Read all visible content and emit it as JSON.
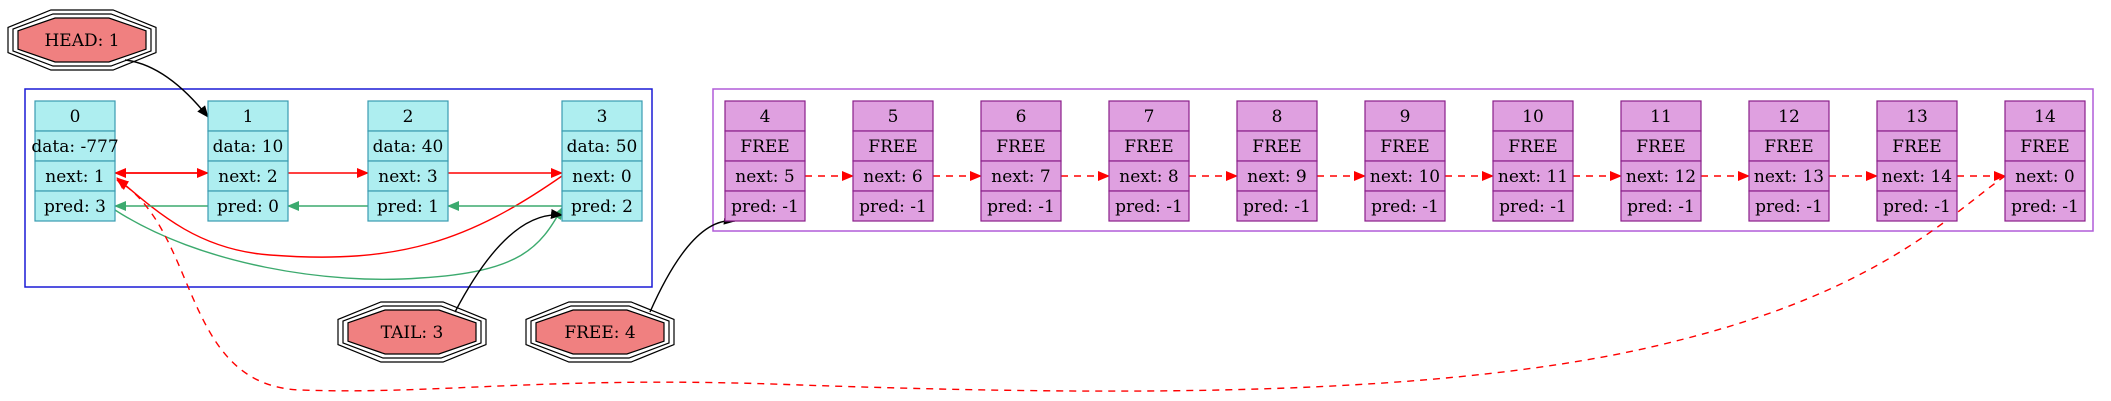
{
  "colors": {
    "used_node_fill": "#aeeef0",
    "used_node_stroke": "#3a9bb0",
    "free_node_fill": "#dfa0e0",
    "free_node_stroke": "#8a1e8a",
    "marker_fill": "#f08080",
    "used_cluster_stroke": "#1a1ad6",
    "free_cluster_stroke": "#b05cd8",
    "next_edge": "#ff0000",
    "pred_edge": "#3caa6e",
    "pointer_edge": "#000000"
  },
  "markers": [
    {
      "id": "head",
      "label": "HEAD: 1",
      "target": 1
    },
    {
      "id": "tail",
      "label": "TAIL: 3",
      "target": 3
    },
    {
      "id": "free",
      "label": "FREE: 4",
      "target": 4
    }
  ],
  "used_nodes": [
    {
      "index": "0",
      "data": "data: -777",
      "next": "next: 1",
      "pred": "pred: 3"
    },
    {
      "index": "1",
      "data": "data: 10",
      "next": "next: 2",
      "pred": "pred: 0"
    },
    {
      "index": "2",
      "data": "data: 40",
      "next": "next: 3",
      "pred": "pred: 1"
    },
    {
      "index": "3",
      "data": "data: 50",
      "next": "next: 0",
      "pred": "pred: 2"
    }
  ],
  "free_nodes": [
    {
      "index": "4",
      "data": "FREE",
      "next": "next: 5",
      "pred": "pred: -1"
    },
    {
      "index": "5",
      "data": "FREE",
      "next": "next: 6",
      "pred": "pred: -1"
    },
    {
      "index": "6",
      "data": "FREE",
      "next": "next: 7",
      "pred": "pred: -1"
    },
    {
      "index": "7",
      "data": "FREE",
      "next": "next: 8",
      "pred": "pred: -1"
    },
    {
      "index": "8",
      "data": "FREE",
      "next": "next: 9",
      "pred": "pred: -1"
    },
    {
      "index": "9",
      "data": "FREE",
      "next": "next: 10",
      "pred": "pred: -1"
    },
    {
      "index": "10",
      "data": "FREE",
      "next": "next: 11",
      "pred": "pred: -1"
    },
    {
      "index": "11",
      "data": "FREE",
      "next": "next: 12",
      "pred": "pred: -1"
    },
    {
      "index": "12",
      "data": "FREE",
      "next": "next: 13",
      "pred": "pred: -1"
    },
    {
      "index": "13",
      "data": "FREE",
      "next": "next: 14",
      "pred": "pred: -1"
    },
    {
      "index": "14",
      "data": "FREE",
      "next": "next: 0",
      "pred": "pred: -1"
    }
  ]
}
